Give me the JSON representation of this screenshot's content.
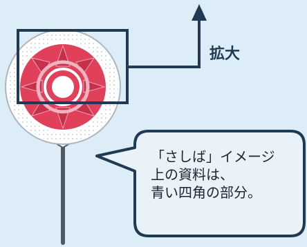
{
  "zoom_label": "拡大",
  "callout": {
    "line1": "「さしば」イメージ",
    "line2": "上の資料は、",
    "line3": "青い四角の部分。"
  },
  "colors": {
    "background": "#dcedf8",
    "frame": "#1f3a52",
    "fan_red": "#e0405a",
    "fan_pink": "#f1b3c1",
    "handle": "#4f5a66"
  }
}
